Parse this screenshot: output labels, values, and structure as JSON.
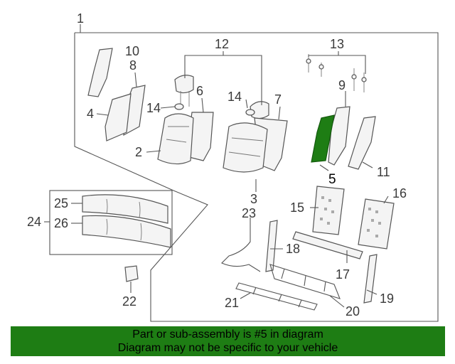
{
  "diagram": {
    "highlight_color": "#1e7d14",
    "callouts": {
      "c1": "1",
      "c2": "2",
      "c3": "3",
      "c4": "4",
      "c5": "5",
      "c6": "6",
      "c7": "7",
      "c8": "8",
      "c9": "9",
      "c10": "10",
      "c11": "11",
      "c12": "12",
      "c13": "13",
      "c14a": "14",
      "c14b": "14",
      "c15": "15",
      "c16": "16",
      "c17": "17",
      "c18": "18",
      "c19": "19",
      "c20": "20",
      "c21": "21",
      "c22": "22",
      "c23": "23",
      "c24": "24",
      "c25": "25",
      "c26": "26"
    }
  },
  "footer": {
    "line1": "Part or sub-assembly is #5 in diagram",
    "line2": "Diagram may not be specific to your vehicle",
    "background": "#1e7d14"
  }
}
